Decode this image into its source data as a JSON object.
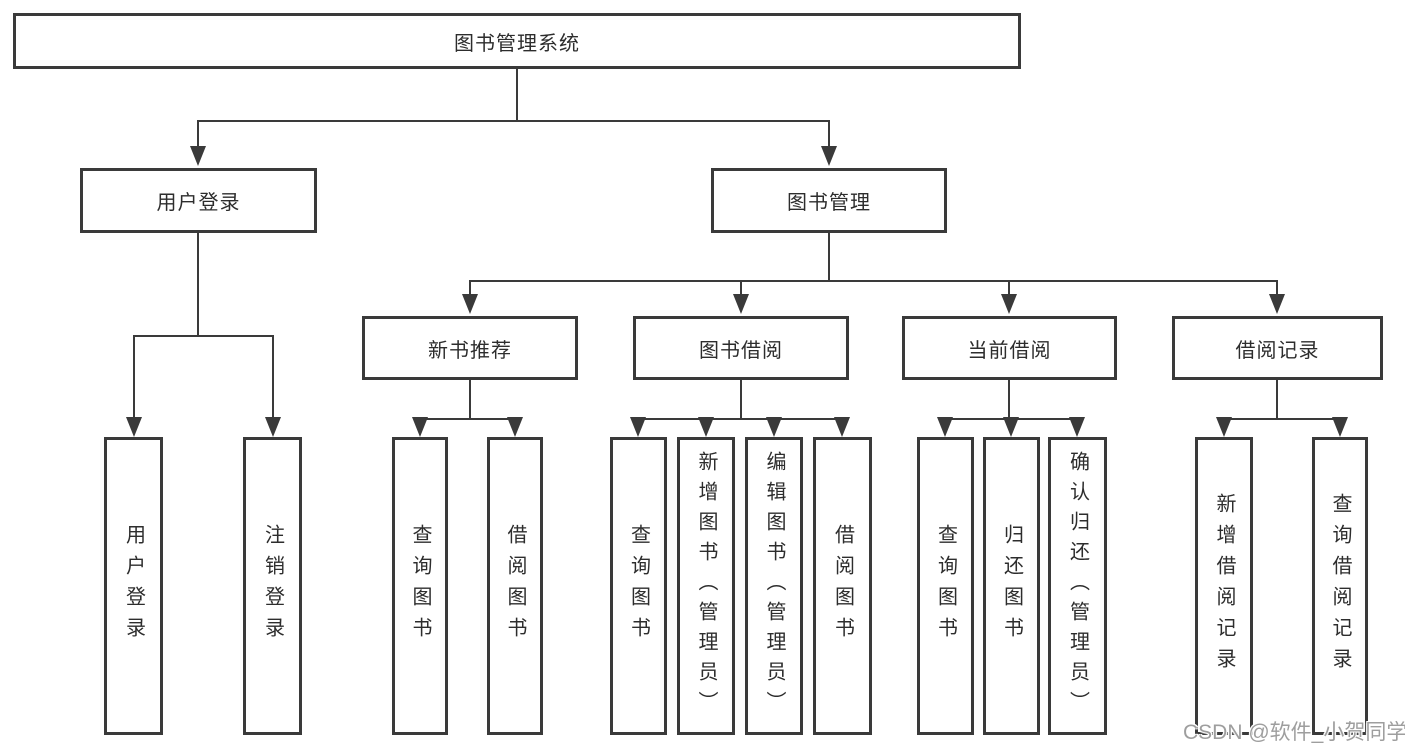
{
  "tree": {
    "root": "图书管理系统",
    "children": [
      {
        "label": "用户登录",
        "children": [
          {
            "label": "用户登录"
          },
          {
            "label": "注销登录"
          }
        ]
      },
      {
        "label": "图书管理",
        "children": [
          {
            "label": "新书推荐",
            "children": [
              {
                "label": "查询图书"
              },
              {
                "label": "借阅图书"
              }
            ]
          },
          {
            "label": "图书借阅",
            "children": [
              {
                "label": "查询图书"
              },
              {
                "label": "新增图书（管理员）"
              },
              {
                "label": "编辑图书（管理员）"
              },
              {
                "label": "借阅图书"
              }
            ]
          },
          {
            "label": "当前借阅",
            "children": [
              {
                "label": "查询图书"
              },
              {
                "label": "归还图书"
              },
              {
                "label": "确认归还（管理员）"
              }
            ]
          },
          {
            "label": "借阅记录",
            "children": [
              {
                "label": "新增借阅记录"
              },
              {
                "label": "查询借阅记录"
              }
            ]
          }
        ]
      }
    ]
  },
  "watermark": "CSDN @软件_小贺同学",
  "colors": {
    "line": "#3a3a3a",
    "text": "#2d2d2d",
    "watermark": "#9e9e9e",
    "background": "#ffffff"
  }
}
